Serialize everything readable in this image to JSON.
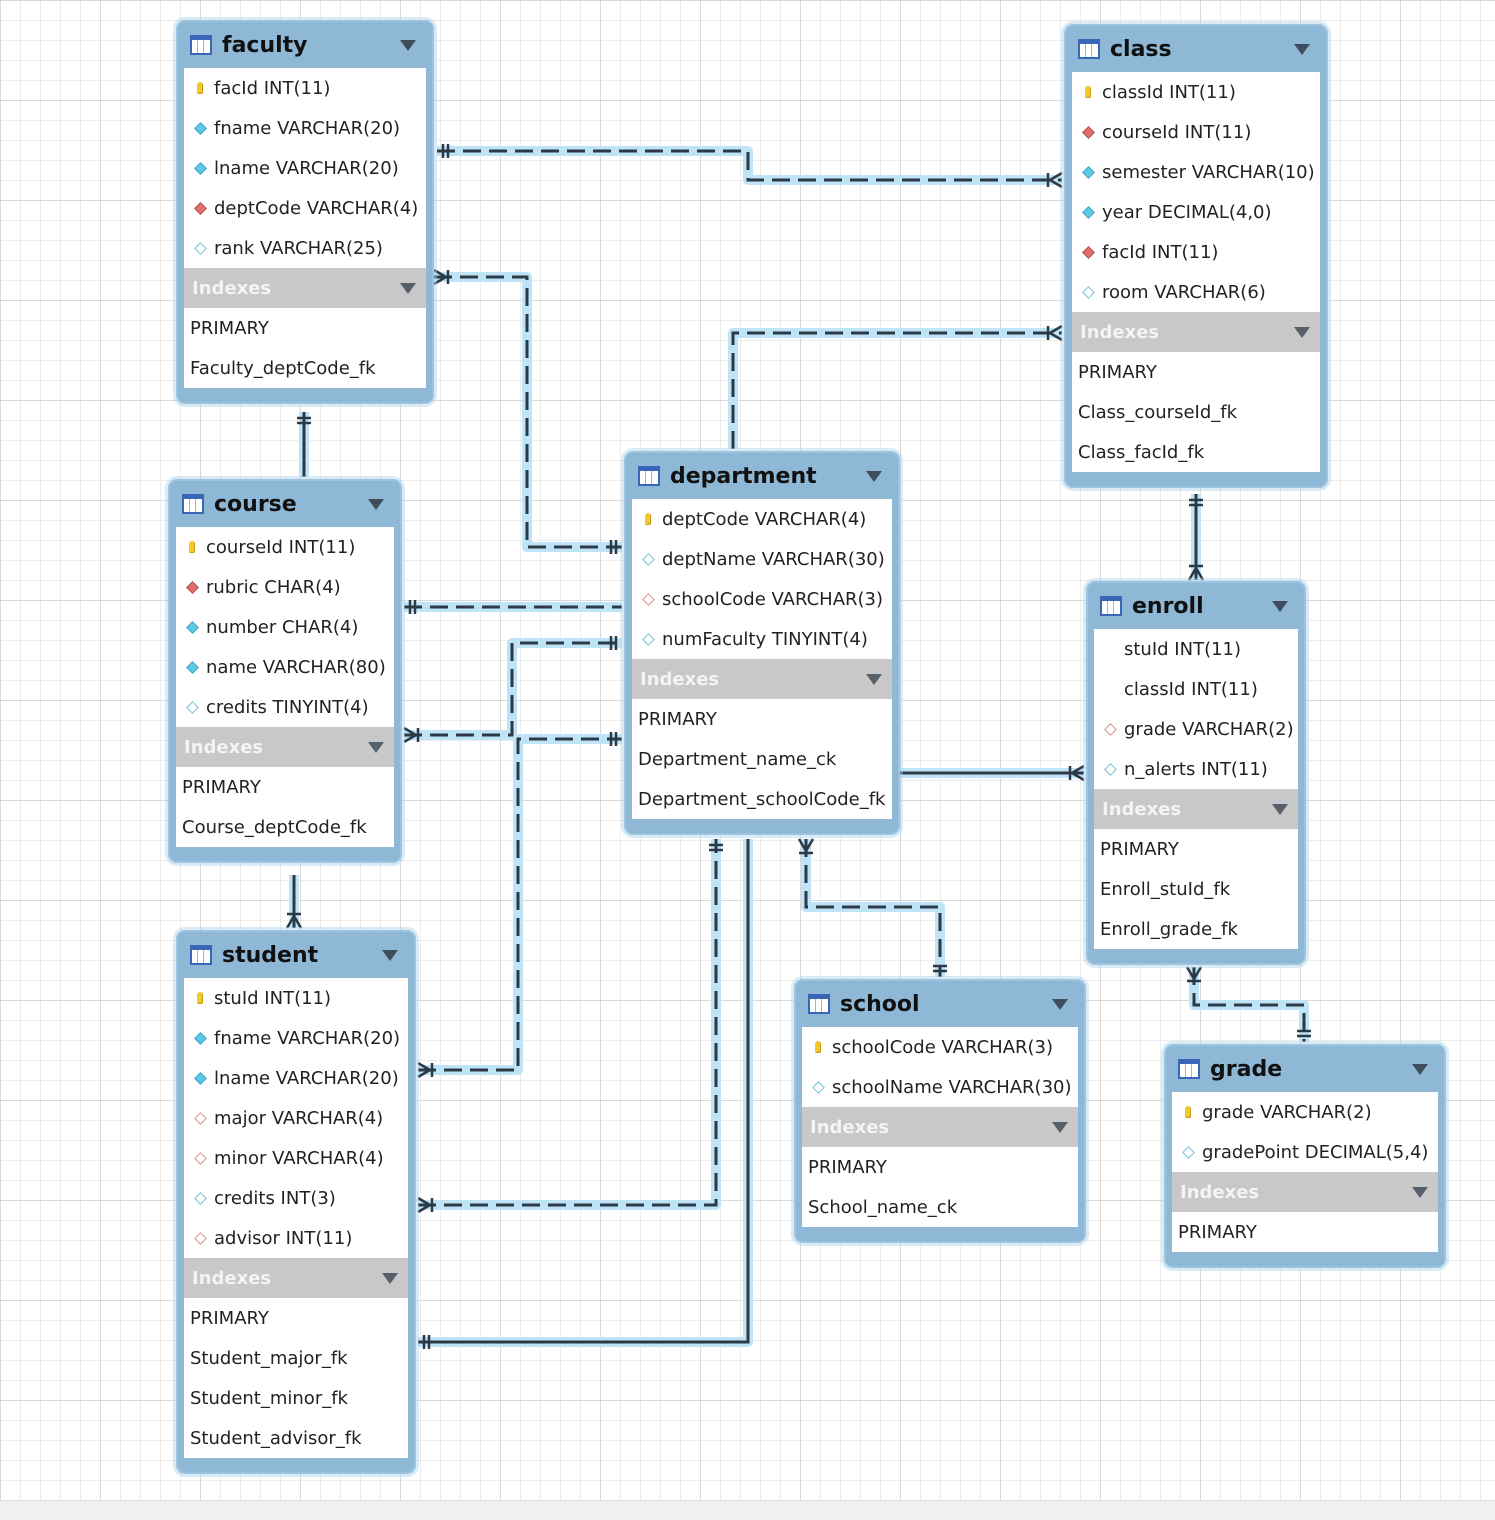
{
  "tables": {
    "faculty": {
      "name": "faculty",
      "columns": [
        {
          "text": "facId INT(11)",
          "icon": "primary-key-icon"
        },
        {
          "text": "fname VARCHAR(20)",
          "icon": "not-null-column-icon"
        },
        {
          "text": "lname VARCHAR(20)",
          "icon": "not-null-column-icon"
        },
        {
          "text": "deptCode VARCHAR(4)",
          "icon": "foreign-key-icon"
        },
        {
          "text": "rank VARCHAR(25)",
          "icon": "nullable-column-icon"
        }
      ],
      "indexes_label": "Indexes",
      "indexes": [
        "PRIMARY",
        "Faculty_deptCode_fk"
      ]
    },
    "class": {
      "name": "class",
      "columns": [
        {
          "text": "classId INT(11)",
          "icon": "primary-key-icon"
        },
        {
          "text": "courseId INT(11)",
          "icon": "foreign-key-icon"
        },
        {
          "text": "semester VARCHAR(10)",
          "icon": "not-null-column-icon"
        },
        {
          "text": "year DECIMAL(4,0)",
          "icon": "not-null-column-icon"
        },
        {
          "text": "facId INT(11)",
          "icon": "foreign-key-icon"
        },
        {
          "text": "room VARCHAR(6)",
          "icon": "nullable-column-icon"
        }
      ],
      "indexes_label": "Indexes",
      "indexes": [
        "PRIMARY",
        "Class_courseId_fk",
        "Class_facId_fk"
      ]
    },
    "course": {
      "name": "course",
      "columns": [
        {
          "text": "courseId INT(11)",
          "icon": "primary-key-icon"
        },
        {
          "text": "rubric CHAR(4)",
          "icon": "foreign-key-icon"
        },
        {
          "text": "number CHAR(4)",
          "icon": "not-null-column-icon"
        },
        {
          "text": "name VARCHAR(80)",
          "icon": "not-null-column-icon"
        },
        {
          "text": "credits TINYINT(4)",
          "icon": "nullable-column-icon"
        }
      ],
      "indexes_label": "Indexes",
      "indexes": [
        "PRIMARY",
        "Course_deptCode_fk"
      ]
    },
    "department": {
      "name": "department",
      "columns": [
        {
          "text": "deptCode VARCHAR(4)",
          "icon": "primary-key-icon"
        },
        {
          "text": "deptName VARCHAR(30)",
          "icon": "nullable-column-icon"
        },
        {
          "text": "schoolCode VARCHAR(3)",
          "icon": "nullable-foreign-key-icon"
        },
        {
          "text": "numFaculty TINYINT(4)",
          "icon": "nullable-column-icon"
        }
      ],
      "indexes_label": "Indexes",
      "indexes": [
        "PRIMARY",
        "Department_name_ck",
        "Department_schoolCode_fk"
      ]
    },
    "enroll": {
      "name": "enroll",
      "columns": [
        {
          "text": "stuId INT(11)",
          "icon": "none"
        },
        {
          "text": "classId INT(11)",
          "icon": "none"
        },
        {
          "text": "grade VARCHAR(2)",
          "icon": "nullable-foreign-key-icon"
        },
        {
          "text": "n_alerts INT(11)",
          "icon": "nullable-column-icon"
        }
      ],
      "indexes_label": "Indexes",
      "indexes": [
        "PRIMARY",
        "Enroll_stuId_fk",
        "Enroll_grade_fk"
      ]
    },
    "student": {
      "name": "student",
      "columns": [
        {
          "text": "stuId INT(11)",
          "icon": "primary-key-icon"
        },
        {
          "text": "fname VARCHAR(20)",
          "icon": "not-null-column-icon"
        },
        {
          "text": "lname VARCHAR(20)",
          "icon": "not-null-column-icon"
        },
        {
          "text": "major VARCHAR(4)",
          "icon": "nullable-foreign-key-icon"
        },
        {
          "text": "minor VARCHAR(4)",
          "icon": "nullable-foreign-key-icon"
        },
        {
          "text": "credits INT(3)",
          "icon": "nullable-column-icon"
        },
        {
          "text": "advisor INT(11)",
          "icon": "nullable-foreign-key-icon"
        }
      ],
      "indexes_label": "Indexes",
      "indexes": [
        "PRIMARY",
        "Student_major_fk",
        "Student_minor_fk",
        "Student_advisor_fk"
      ]
    },
    "school": {
      "name": "school",
      "columns": [
        {
          "text": "schoolCode VARCHAR(3)",
          "icon": "primary-key-icon"
        },
        {
          "text": "schoolName VARCHAR(30)",
          "icon": "nullable-column-icon"
        }
      ],
      "indexes_label": "Indexes",
      "indexes": [
        "PRIMARY",
        "School_name_ck"
      ]
    },
    "grade": {
      "name": "grade",
      "columns": [
        {
          "text": "grade VARCHAR(2)",
          "icon": "primary-key-icon"
        },
        {
          "text": "gradePoint DECIMAL(5,4)",
          "icon": "nullable-column-icon"
        }
      ],
      "indexes_label": "Indexes",
      "indexes": [
        "PRIMARY"
      ]
    }
  },
  "relationships": [
    {
      "from": "faculty",
      "to": "class",
      "style": "non-identifying",
      "cardinality": "one-to-many"
    },
    {
      "from": "department",
      "to": "faculty",
      "style": "non-identifying",
      "cardinality": "one-to-many"
    },
    {
      "from": "department",
      "to": "class",
      "style": "non-identifying",
      "cardinality": "one-to-many"
    },
    {
      "from": "course",
      "to": "faculty",
      "style": "non-identifying",
      "cardinality": "one-to-one"
    },
    {
      "from": "department",
      "to": "course",
      "style": "non-identifying",
      "cardinality": "one-to-many"
    },
    {
      "from": "course",
      "to": "student",
      "style": "non-identifying",
      "cardinality": "one-to-many"
    },
    {
      "from": "department",
      "to": "student",
      "style": "non-identifying",
      "cardinality": "one-to-many"
    },
    {
      "from": "department",
      "to": "student",
      "style": "identifying",
      "cardinality": "one-to-many"
    },
    {
      "from": "department",
      "to": "enroll",
      "style": "identifying",
      "cardinality": "one-to-many"
    },
    {
      "from": "school",
      "to": "department",
      "style": "non-identifying",
      "cardinality": "one-to-many"
    },
    {
      "from": "class",
      "to": "enroll",
      "style": "identifying",
      "cardinality": "one-to-many"
    },
    {
      "from": "grade",
      "to": "enroll",
      "style": "non-identifying",
      "cardinality": "one-to-many"
    }
  ],
  "colors": {
    "table_frame": "#8fb8d6",
    "index_header": "#c8c8c8",
    "connector": "#2b3a44",
    "connector_glow": "#bfe3f7",
    "primary_key": "#f3c82b",
    "foreign_key": "#e06f6f",
    "not_null": "#5ec9e6"
  }
}
